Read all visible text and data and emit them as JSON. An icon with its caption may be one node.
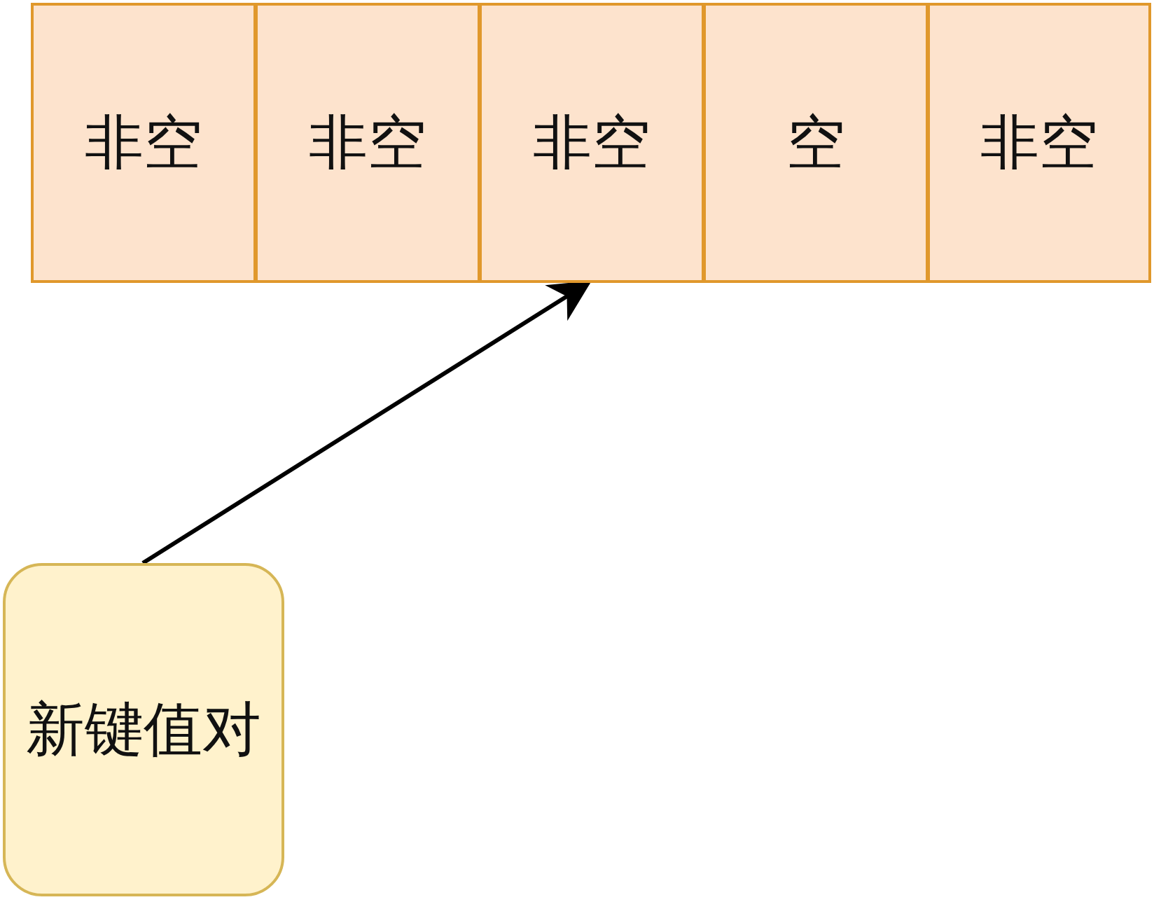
{
  "diagram": {
    "nodes": [
      {
        "text": [
          "非空"
        ]
      },
      {
        "text": [
          "非空"
        ]
      },
      {
        "text": [
          "非空"
        ]
      },
      {
        "text": [
          "空"
        ]
      },
      {
        "text": [
          "非空"
        ]
      },
      {
        "text": [
          "新键值对"
        ]
      }
    ],
    "edges": [
      {
        "from": 5,
        "to": 2,
        "arrow": "to"
      }
    ]
  }
}
